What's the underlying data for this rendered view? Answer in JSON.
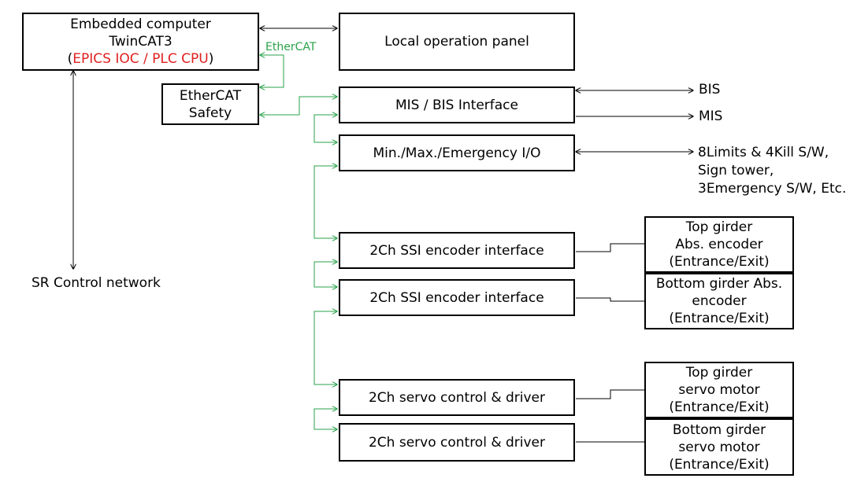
{
  "boxes": {
    "embedded": {
      "line1": "Embedded computer",
      "line2": "TwinCAT3",
      "line3_open": "(",
      "line3_red": "EPICS IOC / PLC CPU",
      "line3_close": ")"
    },
    "panel": "Local operation panel",
    "safety": {
      "line1": "EtherCAT",
      "line2": "Safety"
    },
    "mis_bis": "MIS / BIS Interface",
    "minmax": "Min./Max./Emergency I/O",
    "ssi1": "2Ch SSI encoder interface",
    "ssi2": "2Ch SSI encoder interface",
    "servo1": "2Ch servo control & driver",
    "servo2": "2Ch servo control & driver",
    "top_encoder": {
      "line1": "Top girder",
      "line2": "Abs. encoder",
      "line3": "(Entrance/Exit)"
    },
    "bottom_encoder": {
      "line1": "Bottom girder Abs.",
      "line2": "encoder",
      "line3": "(Entrance/Exit)"
    },
    "top_motor": {
      "line1": "Top girder",
      "line2": "servo motor",
      "line3": "(Entrance/Exit)"
    },
    "bottom_motor": {
      "line1": "Bottom girder",
      "line2": "servo motor",
      "line3": "(Entrance/Exit)"
    }
  },
  "labels": {
    "ethercat": "EtherCAT",
    "network": "SR Control network",
    "bis": "BIS",
    "mis": "MIS",
    "io_line1": "8Limits & 4Kill S/W,",
    "io_line2": "Sign tower,",
    "io_line3": "3Emergency S/W, Etc."
  },
  "colors": {
    "ethercat_link": "#2aa24a",
    "highlight_text": "#e02020"
  }
}
